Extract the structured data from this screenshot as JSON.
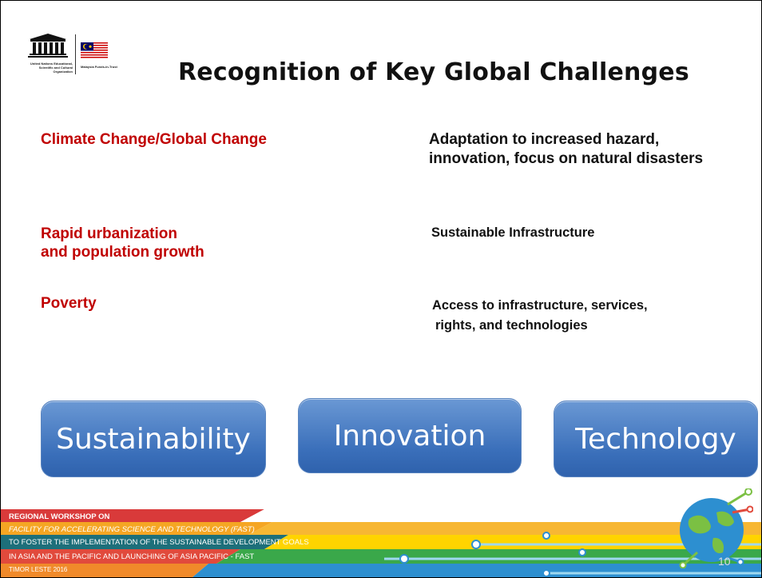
{
  "logo": {
    "un_text": "United Nations Educational, Scientific and Cultural Organization",
    "my_text": "Malaysia Funds-in-Trust"
  },
  "title": "Recognition of Key Global Challenges",
  "rows": [
    {
      "left": "Climate Change/Global Change",
      "right": "Adaptation to increased hazard, innovation, focus on natural disasters"
    },
    {
      "left_lines": [
        "Rapid urbanization",
        "and population growth"
      ],
      "right": "Sustainable Infrastructure"
    },
    {
      "left": "Poverty",
      "right_lines": [
        "Access to infrastructure, services,",
        "rights, and technologies"
      ]
    }
  ],
  "boxes": [
    "Sustainability",
    "Innovation",
    "Technology"
  ],
  "footer": {
    "line1": "REGIONAL WORKSHOP ON",
    "line2": "FACILITY FOR ACCELERATING SCIENCE AND TECHNOLOGY (FAST)",
    "line3": "TO FOSTER THE IMPLEMENTATION OF THE SUSTAINABLE DEVELOPMENT GOALS",
    "line4": "IN ASIA AND THE PACIFIC AND LAUNCHING OF ASIA PACIFIC - FAST",
    "line5": "TIMOR LESTE 2016"
  },
  "page_number": "10",
  "colors": {
    "challenge_red": "#c00000",
    "box_blue": "#3a6fba"
  }
}
